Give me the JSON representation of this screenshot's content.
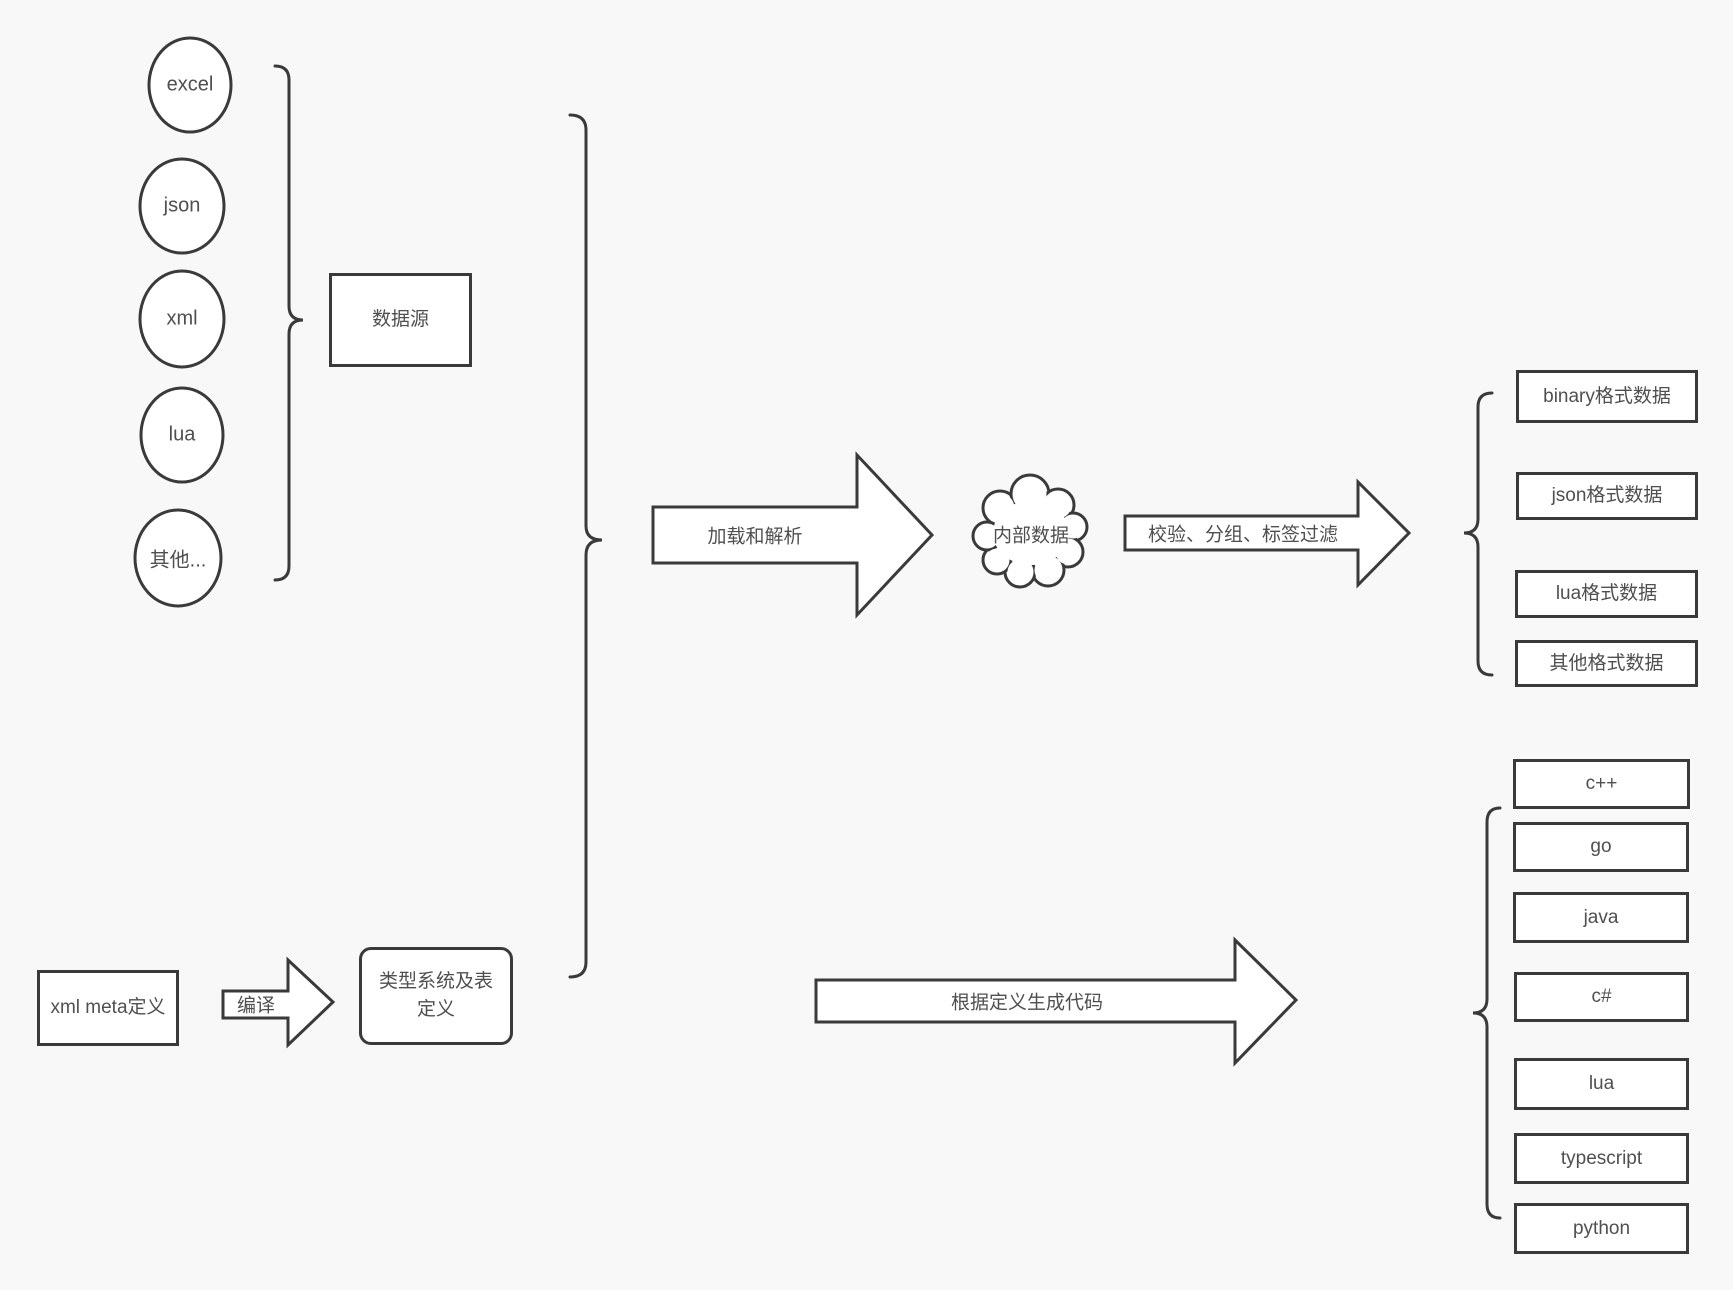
{
  "colors": {
    "background": "#f8f8f8",
    "stroke": "#3a3a3a",
    "text": "#4f4f4f",
    "shape_fill": "#ffffff"
  },
  "sources": {
    "group_label": "数据源",
    "items": [
      "excel",
      "json",
      "xml",
      "lua",
      "其他..."
    ]
  },
  "pipeline": {
    "load_arrow_label": "加载和解析",
    "internal_data_label": "内部数据",
    "filter_arrow_label": "校验、分组、标签过滤"
  },
  "formats": [
    "binary格式数据",
    "json格式数据",
    "lua格式数据",
    "其他格式数据"
  ],
  "definition": {
    "xml_meta_label": "xml meta定义",
    "compile_arrow_label": "编译",
    "type_system_label": "类型系统及表定义",
    "codegen_arrow_label": "根据定义生成代码"
  },
  "languages": [
    "c++",
    "go",
    "java",
    "c#",
    "lua",
    "typescript",
    "python"
  ]
}
